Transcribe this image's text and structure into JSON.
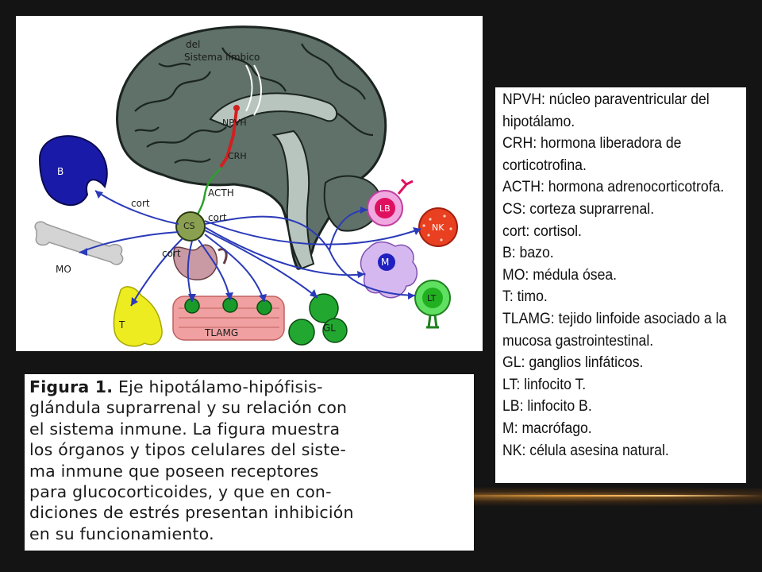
{
  "diagram": {
    "labels": {
      "limbic": [
        "del",
        "Sistema límbico"
      ],
      "npvh": "NPVH",
      "crh": "CRH",
      "acth": "ACTH",
      "cs": "CS",
      "cort1": "cort",
      "cort2": "cort",
      "cort3": "cort",
      "b": "B",
      "mo": "MO",
      "t": "T",
      "tlamg": "TLAMG",
      "gl": "GL",
      "lb": "LB",
      "nk": "NK",
      "m": "M",
      "lt": "LT"
    }
  },
  "legend": {
    "lines": [
      "NPVH: núcleo paraventricular del",
      "hipotálamo.",
      "CRH: hormona liberadora de",
      "corticotrofina.",
      "ACTH: hormona adrenocorticotrofa.",
      "CS: corteza suprarrenal.",
      "cort: cortisol.",
      "B: bazo.",
      "MO: médula ósea.",
      "T: timo.",
      "TLAMG: tejido linfoide asociado a la",
      "mucosa gastrointestinal.",
      "GL: ganglios linfáticos.",
      "LT: linfocito T.",
      "LB: linfocito B.",
      "M: macrófago.",
      "NK: célula asesina natural."
    ]
  },
  "caption": {
    "figure_label": "Figura 1.",
    "lines": [
      " Eje hipotálamo-hipófisis-",
      "glándula suprarrenal y su relación con",
      "el sistema inmune. La figura muestra",
      "los órganos y tipos celulares del siste-",
      "ma inmune que poseen receptores",
      "para glucocorticoides, y que en con-",
      "diciones de estrés presentan inhibición",
      "en su funcionamiento."
    ]
  }
}
